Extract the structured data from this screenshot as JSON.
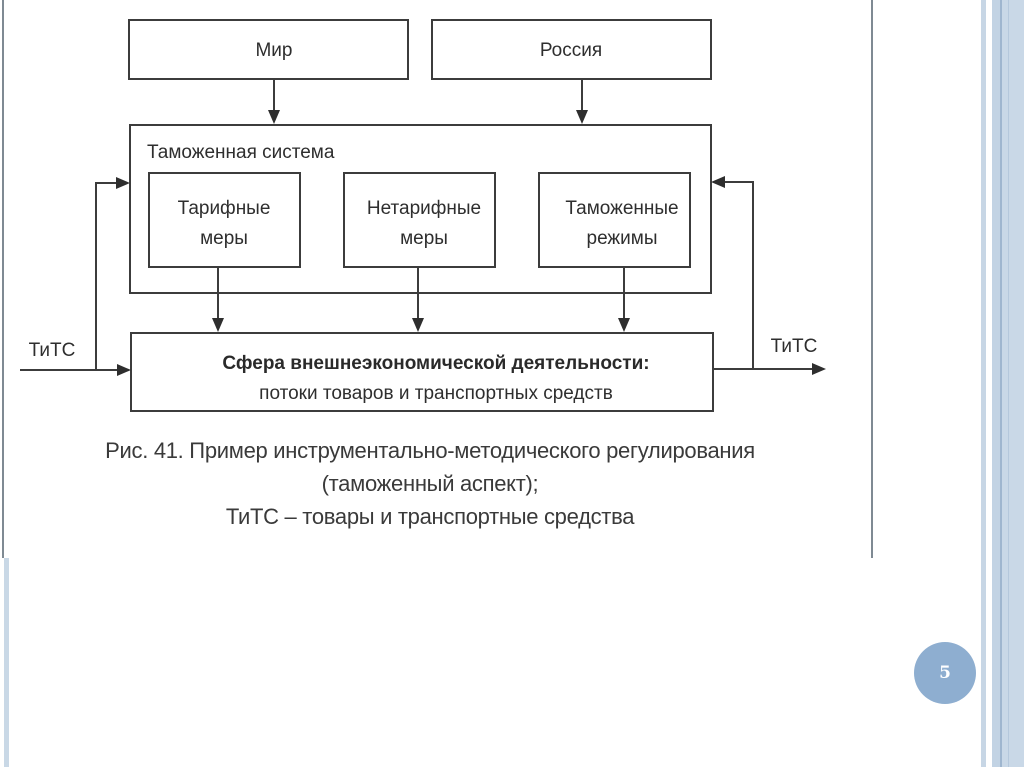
{
  "diagram": {
    "top_boxes": [
      {
        "label": "Мир"
      },
      {
        "label": "Россия"
      }
    ],
    "customs_system": {
      "title": "Таможенная система",
      "inner_boxes": [
        {
          "line1": "Тарифные",
          "line2": "меры"
        },
        {
          "line1": "Нетарифные",
          "line2": "меры"
        },
        {
          "line1": "Таможенные",
          "line2": "режимы"
        }
      ]
    },
    "sphere": {
      "title": "Сфера внешнеэкономической деятельности:",
      "subtitle": "потоки товаров и транспортных средств"
    },
    "input_label": "ТиТС",
    "output_label": "ТиТС"
  },
  "caption": {
    "line1": "Рис. 41. Пример инструментально-методического регулирования",
    "line2": "(таможенный аспект);",
    "line3": "ТиТС – товары и транспортные средства"
  },
  "slide": {
    "page_number": "5",
    "accent_color": "#8eaed0"
  }
}
